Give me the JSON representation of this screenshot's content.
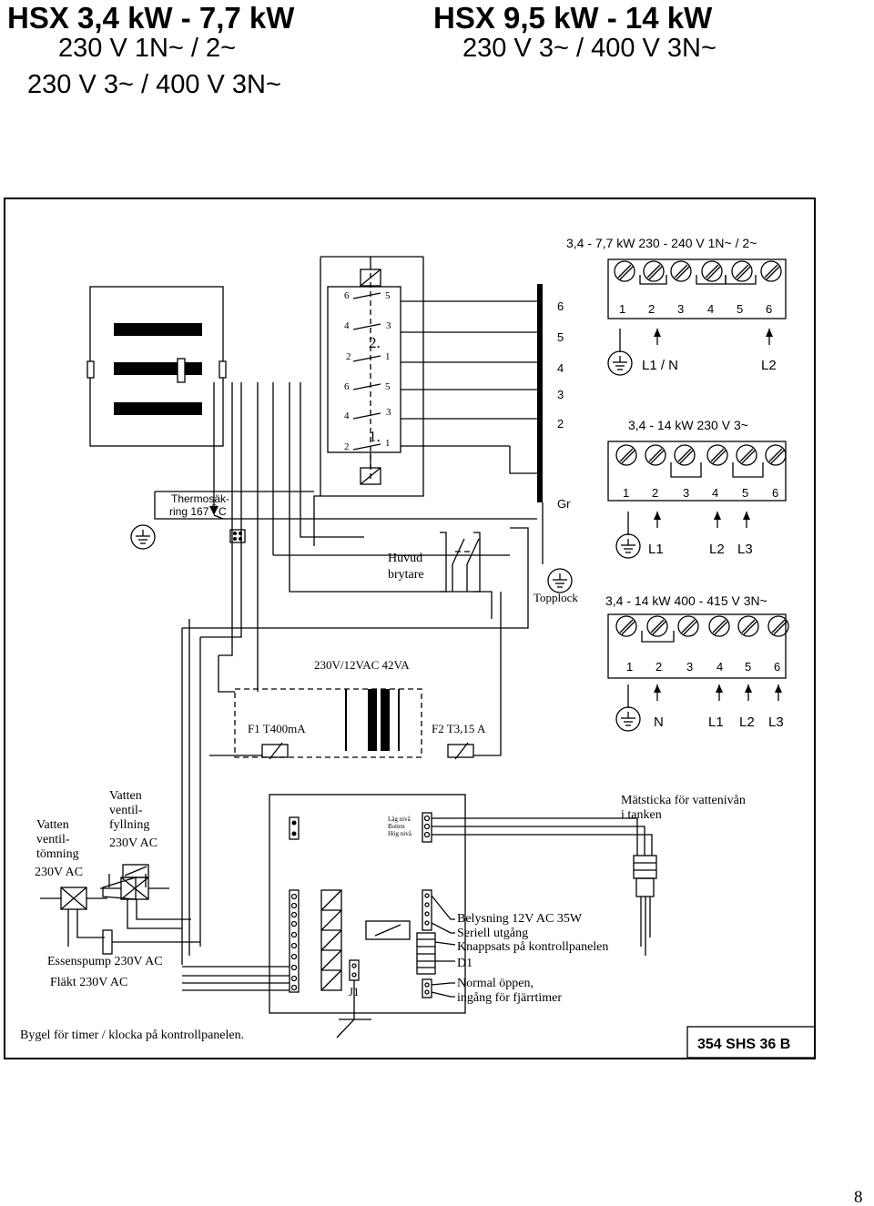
{
  "header": {
    "left_line1": "HSX 3,4 kW - 7,7 kW",
    "left_line2": "230 V  1N~ / 2~",
    "left_line3": "230 V 3~ / 400 V 3N~",
    "right_line1": "HSX 9,5 kW - 14 kW",
    "right_line2": "230 V 3~ / 400 V 3N~"
  },
  "heater": {
    "relay_top": [
      "6",
      "5",
      "4",
      "3",
      "2",
      "1"
    ],
    "relay_bottom": [
      "6",
      "5",
      "4",
      "3",
      "2",
      "1"
    ],
    "stage2": "2.",
    "stage1": "1.",
    "bar_numbers": [
      "6",
      "5",
      "4",
      "3",
      "2"
    ],
    "gr": "Gr",
    "thermo_line1": "Thermosäk-",
    "thermo_line2": "ring 167 ",
    "thermo_unit": "C",
    "thermo_deg": "O"
  },
  "switch": {
    "line1": "Huvud",
    "line2": "brytare"
  },
  "topplock": "Topplock",
  "terminals": [
    {
      "title": "3,4 - 7,7 kW 230 - 240 V  1N~ / 2~",
      "numbers": [
        "1",
        "2",
        "3",
        "4",
        "5",
        "6"
      ],
      "labels": [
        "L1 / N",
        "L2"
      ]
    },
    {
      "title": "3,4 - 14 kW 230 V  3~",
      "numbers": [
        "1",
        "2",
        "3",
        "4",
        "5",
        "6"
      ],
      "labels": [
        "L1",
        "L2",
        "L3"
      ]
    },
    {
      "title": "3,4 - 14 kW 400 - 415 V  3N~",
      "numbers": [
        "1",
        "2",
        "3",
        "4",
        "5",
        "6"
      ],
      "labels": [
        "N",
        "L1",
        "L2",
        "L3"
      ]
    }
  ],
  "transformer": {
    "label": "230V/12VAC 42VA",
    "f1": "F1  T400mA",
    "f2": "F2  T3,15 A"
  },
  "valves": {
    "drain": [
      "Vatten",
      "ventil-",
      "tömning",
      "230V AC"
    ],
    "fill": [
      "Vatten",
      "ventil-",
      "fyllning",
      "230V AC"
    ]
  },
  "level": {
    "low": "Låg nivå",
    "bottom": "Botten",
    "high": "Hög nivå"
  },
  "probe": {
    "line1": "Mätsticka för vattenivån",
    "line2": "i tanken"
  },
  "outputs": [
    "Belysning 12V AC 35W",
    "Seriell utgång",
    "Knappsats på kontrollpanelen",
    "D1",
    "Normal öppen,",
    "ingång för fjärrtimer"
  ],
  "j1": "J1",
  "pump": "Essenspump 230V AC",
  "fan": "Fläkt 230V AC",
  "footer_note": "Bygel för timer / klocka på kontrollpanelen.",
  "doc_code": "354    SHS 36 B",
  "page_number": "8"
}
